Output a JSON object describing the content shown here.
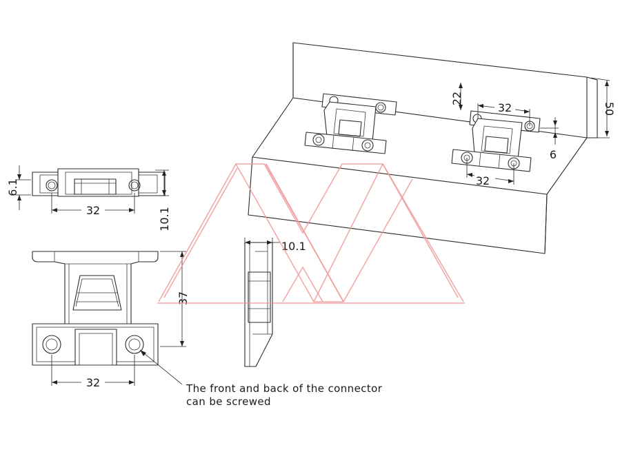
{
  "dimensions": {
    "top_view_height": "6.1",
    "top_view_spacing": "32",
    "top_view_depth": "10.1",
    "front_view_height": "37",
    "front_view_spacing": "32",
    "side_view_depth": "10.1",
    "iso_offset_top": "22",
    "iso_spacing_upper": "32",
    "iso_spacing_lower": "32",
    "iso_offset_side": "6",
    "board_thickness": "50"
  },
  "note": {
    "line1": "The front and back of the connector",
    "line2": "can be screwed"
  },
  "colors": {
    "line": "#2a2a2a",
    "watermark": "#ef9a9a"
  },
  "icons": [
    "watermark-logo-icon"
  ]
}
